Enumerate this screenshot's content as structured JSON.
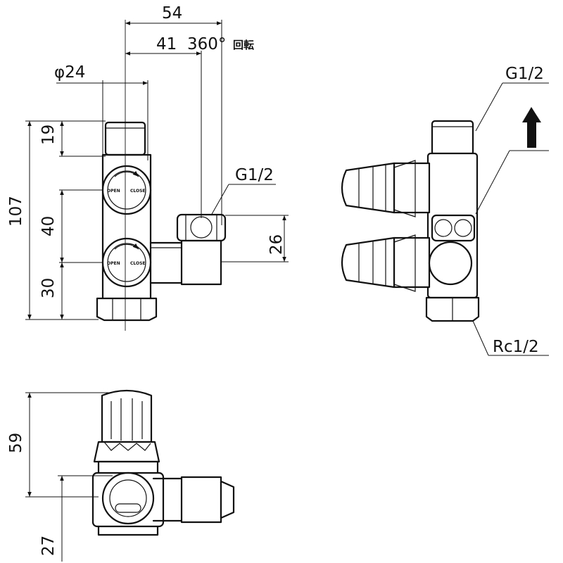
{
  "dimensions": {
    "width_54": "54",
    "width_41": "41",
    "rotation": "360°",
    "rotation_suffix": "回転",
    "dia_24": "φ24",
    "h_19": "19",
    "h_107": "107",
    "h_40": "40",
    "h_30": "30",
    "h_26": "26",
    "h_59": "59",
    "h_27": "27"
  },
  "threads": {
    "g12_front": "G1/2",
    "g12_side": "G1/2",
    "rc12_side": "Rc1/2"
  },
  "valve_labels": {
    "open": "OPEN",
    "close": "CLOSE"
  }
}
